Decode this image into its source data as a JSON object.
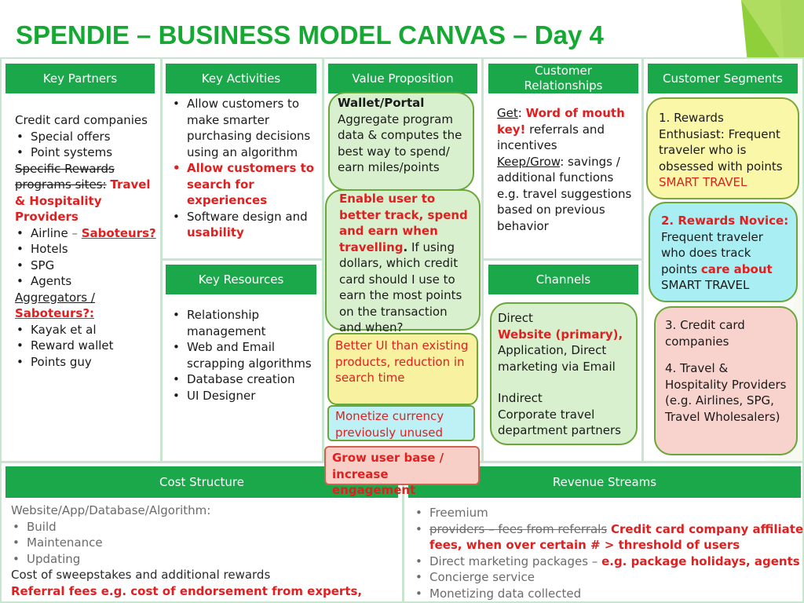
{
  "title": "SPENDIE – BUSINESS MODEL CANVAS – Day 4",
  "colors": {
    "accent_green": "#1aa84a",
    "title_green": "#15a832",
    "red_text": "#e02020"
  },
  "key_partners": {
    "header": "Key Partners",
    "line1": "Credit card companies",
    "b1": "Special offers",
    "b2": "Point systems",
    "strike": "Specific Rewards programs sites:",
    "red": "Travel & Hospitality Providers",
    "airline": "Airline",
    "dash": "–",
    "saboteurs": "Saboteurs?",
    "hotels": "Hotels",
    "spg": "SPG",
    "agents": "Agents",
    "aggregators": "Aggregators /",
    "saboteurs2": "Saboteurs?:",
    "kayak": "Kayak et al",
    "reward_wallet": "Reward wallet",
    "points_guy": "Points guy"
  },
  "key_activities": {
    "header": "Key Activities",
    "b1": "Allow customers to make smarter purchasing decisions using an algorithm",
    "b2": "Allow customers to search for experiences",
    "b3a": "Software design and",
    "b3b": "usability"
  },
  "key_resources": {
    "header": "Key Resources",
    "items": [
      "Relationship management",
      "Web and Email scrapping algorithms",
      "Database creation",
      "UI Designer"
    ]
  },
  "value_proposition": {
    "header": "Value Proposition",
    "bubble1_strike": "Wallet/",
    "bubble1_bold": "Portal",
    "bubble1_text": "Aggregate program data & computes the best way to spend/ earn miles/points",
    "bubble2_red": "Enable user to better track, spend and earn when travelling",
    "bubble2_dot": ".",
    "bubble2_text": "If using dollars, which credit card should I use to earn the most points on the transaction and when?",
    "bubble3_red": "Better UI than existing products, reduction in search time",
    "bubble4_red": "Monetize currency previously unused",
    "bubble5_red": "Grow user base / increase engagement"
  },
  "customer_relationships": {
    "header": "Customer Relationships",
    "get": "Get",
    "colon": ":",
    "get_red": "Word of mouth key!",
    "get_text": "referrals and incentives",
    "keep": "Keep/Grow",
    "keep_text": ": savings / additional functions e.g. travel suggestions based on previous behavior"
  },
  "channels": {
    "header": "Channels",
    "direct": "Direct",
    "website": "Website (primary),",
    "direct_text": "Application, Direct marketing via Email",
    "indirect": "Indirect",
    "indirect_text": "Corporate travel department partners"
  },
  "customer_segments": {
    "header": "Customer Segments",
    "s1_bold": "1. Rewards Enthusiast:",
    "s1_text": "Frequent traveler who is obsessed with",
    "s1_strike": "points",
    "s1_red": "SMART TRAVEL",
    "s2_red": "2. Rewards Novice:",
    "s2_bold": "Frequent traveler who does",
    "s2_strike": "track points",
    "s2_red2": "care about",
    "s2_bold2": "SMART TRAVEL",
    "s3": "3. Credit card companies",
    "s4": "4. Travel & Hospitality Providers (e.g. Airlines, SPG, Travel Wholesalers)"
  },
  "cost_structure": {
    "header": "Cost Structure",
    "line1": "Website/App/Database/Algorithm:",
    "items": [
      "Build",
      "Maintenance",
      "Updating"
    ],
    "line2": "Cost of sweepstakes and additional rewards",
    "line3_red": "Referral fees e.g. cost of endorsement from experts, users"
  },
  "revenue_streams": {
    "header": "Revenue Streams",
    "r1": "Freemium",
    "r2_strike": "providers – fees from referrals",
    "r2_red": "Credit card company affiliate fees, when over certain # > threshold of users",
    "r3_grey": "Direct marketing packages –",
    "r3_red": "e.g. package holidays, agents",
    "r4": "Concierge service",
    "r5": "Monetizing data collected"
  }
}
